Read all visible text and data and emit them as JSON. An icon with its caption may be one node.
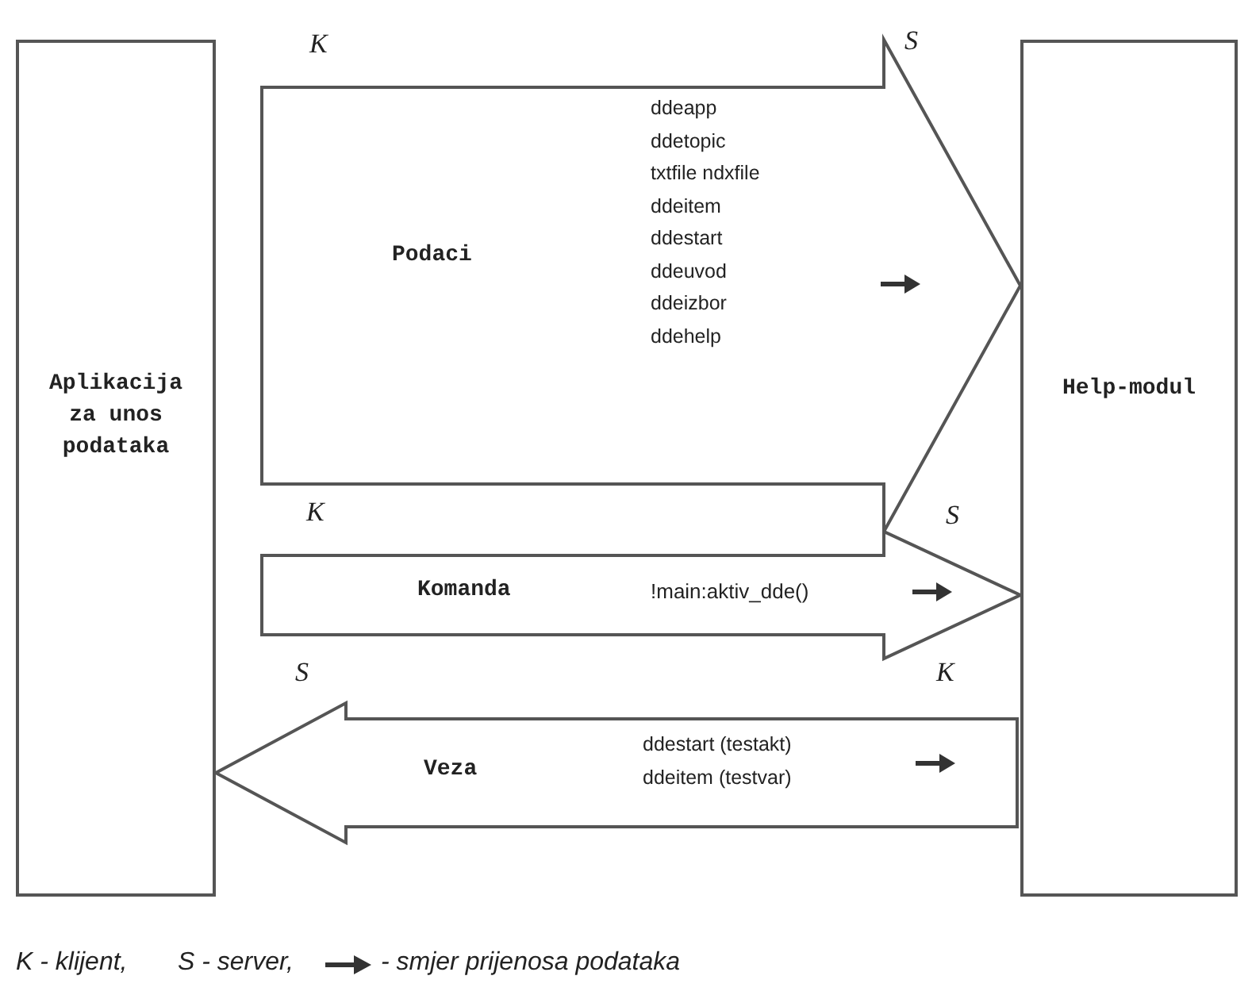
{
  "diagram": {
    "nodes": [
      {
        "text": [
          "Aplikacija za unos podataka"
        ]
      },
      {
        "text": [
          "Help-modul"
        ]
      }
    ],
    "edges": [
      {
        "from": 0,
        "to": 1,
        "arrow": "to",
        "style": "thick"
      },
      {
        "from": 0,
        "to": 1,
        "arrow": "to",
        "style": "thick"
      },
      {
        "from": 1,
        "to": 0,
        "arrow": "to",
        "style": "thick"
      }
    ],
    "labels": [
      "K",
      "S",
      "Podaci",
      "ddeapp ddetopic txtfile ndxfile ddeitem ddestart ddeuvod ddeizbor ddehelp",
      "K",
      "S",
      "Komanda",
      "!main:aktiv_dde()",
      "S",
      "K",
      "Veza",
      "ddestart (testakt) ddeitem (testvar)",
      "K - klijent,",
      "S - server,"
    ],
    "legend": [
      {
        "text": "- smjer prijenosa podataka"
      }
    ]
  }
}
